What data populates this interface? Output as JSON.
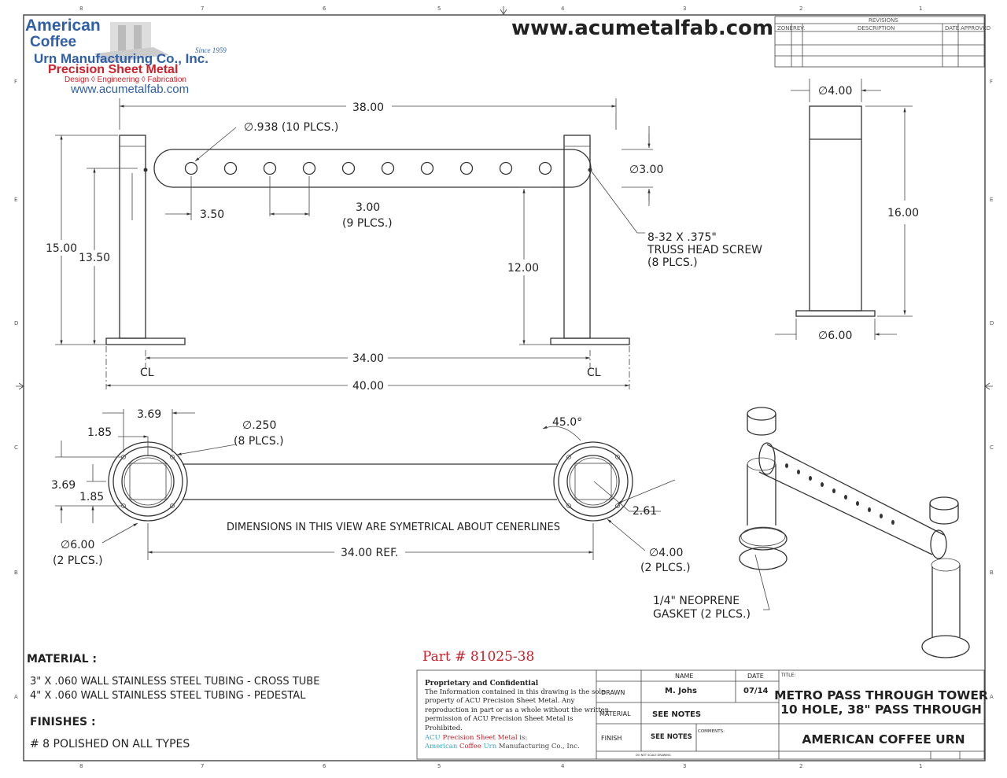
{
  "logo": {
    "line1": "American",
    "line2": "Coffee",
    "line3": "Urn Manufacturing Co., Inc.",
    "since": "Since 1959",
    "tagline": "Precision Sheet Metal",
    "services": "Design  ◊  Engineering  ◊  Fabrication",
    "url": "www.acumetalfab.com"
  },
  "header_url": "www.acumetalfab.com",
  "zones": {
    "columns": [
      "8",
      "7",
      "6",
      "5",
      "4",
      "3",
      "2",
      "1"
    ],
    "rows": [
      "F",
      "E",
      "D",
      "C",
      "B",
      "A"
    ]
  },
  "revisions": {
    "title": "REVISIONS",
    "headers": [
      "ZONE",
      "REV.",
      "DESCRIPTION",
      "DATE",
      "APPROVED"
    ]
  },
  "front_view": {
    "overall_top": "38.00",
    "hole_callout": "∅.938 (10 PLCS.)",
    "tube_dia": "∅3.00",
    "first_hole": "3.50",
    "hole_spacing": "3.00",
    "hole_spacing_count": "(9 PLCS.)",
    "screw_line1": "8-32 X .375\"",
    "screw_line2": "TRUSS HEAD SCREW",
    "screw_line3": "(8 PLCS.)",
    "height_overall": "15.00",
    "height_tube": "13.50",
    "height_right": "12.00",
    "centers": "34.00",
    "overall_base": "40.00",
    "centerline": "CL"
  },
  "side_view": {
    "top_dia": "∅4.00",
    "height": "16.00",
    "base_dia": "∅6.00"
  },
  "top_view": {
    "d369_top": "3.69",
    "d185_top": "1.85",
    "d369_left": "3.69",
    "d185_left": "1.85",
    "hole_dia": "∅.250",
    "hole_count": "(8 PLCS.)",
    "angle": "45.0°",
    "radius": "2.61",
    "base_dia": "∅6.00",
    "base_count": "(2 PLCS.)",
    "post_dia": "∅4.00",
    "post_count": "(2 PLCS.)",
    "symmetry_note": "DIMENSIONS IN THIS VIEW ARE SYMETRICAL ABOUT CENERLINES",
    "ref_dim": "34.00 REF."
  },
  "iso_view": {
    "gasket_line1": "1/4\" NEOPRENE",
    "gasket_line2": "GASKET (2 PLCS.)"
  },
  "notes": {
    "material_heading": "MATERIAL :",
    "material_1": "3\" X .060 WALL STAINLESS STEEL TUBING - CROSS TUBE",
    "material_2": "4\" X .060 WALL STAINLESS STEEL TUBING - PEDESTAL",
    "finishes_heading": "FINISHES :",
    "finish_1": "# 8 POLISHED ON ALL TYPES",
    "part_number": "Part # 81025-38"
  },
  "title_block": {
    "prop_heading": "Proprietary and Confidential",
    "prop_lines": [
      "The Information contained in this drawing is the sole",
      "property of ACU Precision Sheet Metal. Any",
      "reproduction in part or as a whole without the written",
      "permission of ACU Precision Sheet Metal is",
      "Prohibited."
    ],
    "acu_1": "ACU",
    "acu_2": "Precision Sheet Metal",
    "acu_3": "is:",
    "american": "American",
    "coffee": "Coffee",
    "urn": "Urn",
    "mfg": "Manufacturing Co., Inc.",
    "name_hdr": "NAME",
    "date_hdr": "DATE",
    "drawn_lbl": "DRAWN",
    "drawn_name": "M. Johs",
    "drawn_date": "07/14",
    "material_lbl": "MATERIAL",
    "material_val": "SEE NOTES",
    "finish_lbl": "FINISH",
    "finish_val": "SEE NOTES",
    "comments_lbl": "COMMENTS:",
    "no_scale": "DO NOT SCALE DRAWING",
    "title_lbl": "TITLE:",
    "title_1": "METRO PASS THROUGH TOWER",
    "title_2": "10 HOLE, 38\" PASS THROUGH",
    "company": "AMERICAN COFFEE URN"
  },
  "colors": {
    "logo_blue": "#2f5fa8",
    "logo_red": "#d0202a",
    "part_red": "#c8202a",
    "acu_cyan": "#3aa6c8"
  }
}
